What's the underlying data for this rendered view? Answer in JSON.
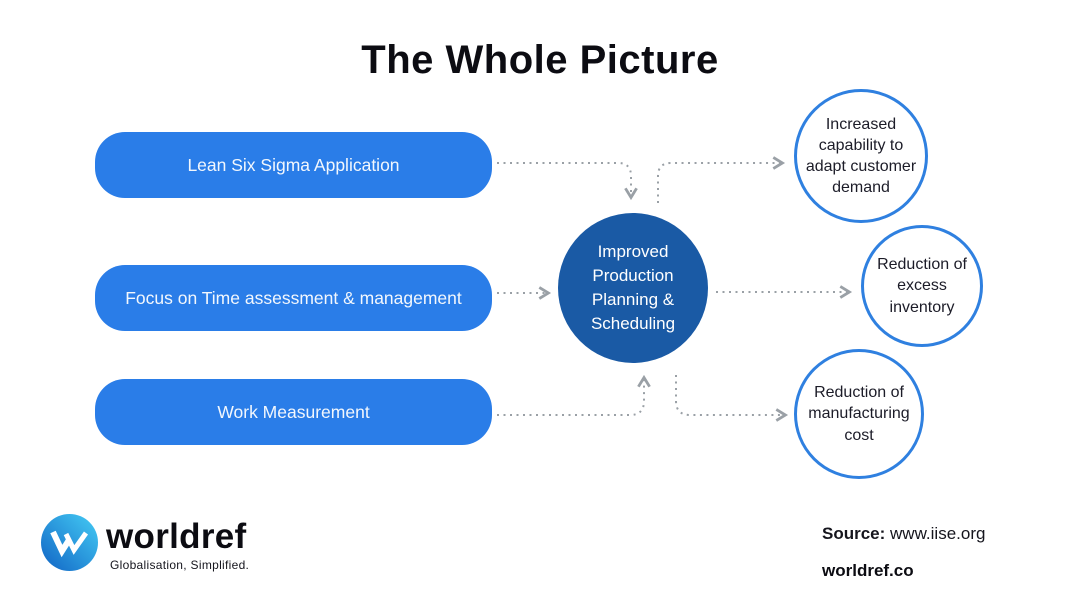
{
  "title": "The Whole Picture",
  "inputs": [
    {
      "label": "Lean Six Sigma Application"
    },
    {
      "label": "Focus on Time assessment & management"
    },
    {
      "label": "Work Measurement"
    }
  ],
  "center": {
    "label": "Improved Production Planning & Scheduling"
  },
  "outcomes": [
    {
      "label": "Increased capability to adapt customer demand"
    },
    {
      "label": "Reduction of excess inventory"
    },
    {
      "label": "Reduction of manufacturing cost"
    }
  ],
  "footer": {
    "brand": "worldref",
    "tagline": "Globalisation, Simplified.",
    "source_label": "Source:",
    "source_value": " www.iise.org",
    "website": "worldref.co"
  },
  "colors": {
    "pill_blue": "#2a7de8",
    "center_circle_blue": "#1a5aa5",
    "outcome_border_blue": "#2f80e0",
    "arrow_gray": "#9aa0a6",
    "title_black": "#0c0c12"
  }
}
